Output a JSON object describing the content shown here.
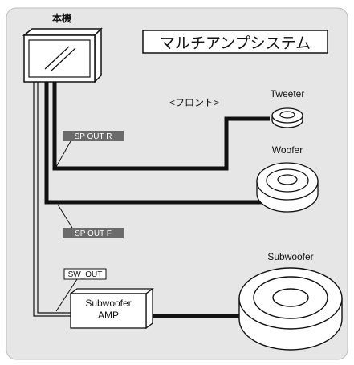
{
  "header_label": "本機",
  "title": "マルチアンプシステム",
  "front_label": "<フロント>",
  "speakers": {
    "tweeter": "Tweeter",
    "woofer": "Woofer",
    "subwoofer": "Subwoofer"
  },
  "outputs": {
    "sp_out_r": "SP OUT R",
    "sp_out_f": "SP OUT F",
    "sw_out": "SW_OUT"
  },
  "amp": {
    "line1": "Subwoofer",
    "line2": "AMP"
  },
  "colors": {
    "panel_background": "#e6e6e6",
    "cable": "#111111",
    "tag_fill": "#6b6b6b"
  }
}
